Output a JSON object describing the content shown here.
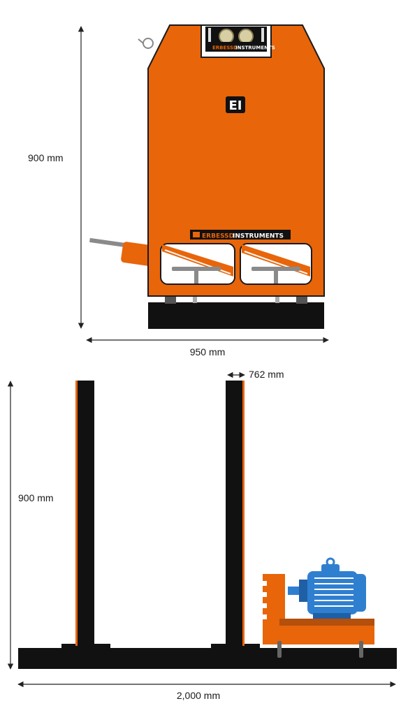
{
  "front_view": {
    "height_label": "900 mm",
    "width_label": "950 mm",
    "logo_top": {
      "brand": "ERBESSD",
      "suffix": "INSTRUMENTS"
    },
    "badge": "EI",
    "logo_mid": {
      "brand": "ERBESSD",
      "suffix": "INSTRUMENTS"
    }
  },
  "side_view": {
    "height_label": "900 mm",
    "column_label": "762 mm",
    "length_label": "2,000 mm"
  },
  "colors": {
    "machine_orange": "#e8650a",
    "base_black": "#111111",
    "motor_blue": "#2f7fd0",
    "dimension_line": "#222222"
  }
}
